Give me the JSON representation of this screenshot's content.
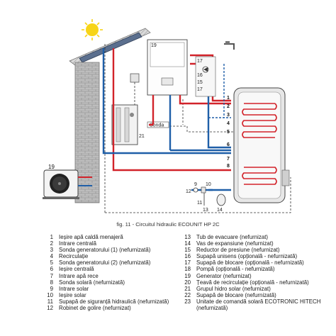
{
  "diagram": {
    "callouts": {
      "sensor_box": "Sonda",
      "circuit_19": "19",
      "boiler_19": "19",
      "component_21": "21",
      "stack_numbers": [
        "17",
        "16",
        "15",
        "17"
      ],
      "tank_labels": [
        "1",
        "2",
        "3",
        "4",
        "5",
        "6",
        "7",
        "8"
      ],
      "bottom_labels": [
        "12",
        "9",
        "10",
        "11",
        "13",
        "14"
      ]
    },
    "colors": {
      "hot": "#d2232a",
      "cold": "#1f5fa8",
      "solar": "#4a7fc1",
      "wall": "#a8a8a8",
      "dashed": "#333333"
    }
  },
  "caption": "fig. 11 - Circuitul hidraulic ECOUNIT HP 2C",
  "legend": {
    "left": [
      {
        "n": "1",
        "t": "Ieșire apă caldă menajeră"
      },
      {
        "n": "2",
        "t": "Intrare centrală"
      },
      {
        "n": "3",
        "t": "Sonda generatorului (1) (nefurnizată)"
      },
      {
        "n": "4",
        "t": "Recirculație"
      },
      {
        "n": "5",
        "t": "Sonda generatorului (2) (nefurnizată)"
      },
      {
        "n": "6",
        "t": "Ieșire centrală"
      },
      {
        "n": "7",
        "t": "Intrare apă rece"
      },
      {
        "n": "8",
        "t": "Sonda solară (nefurnizată)"
      },
      {
        "n": "9",
        "t": "Intrare solar"
      },
      {
        "n": "10",
        "t": "Ieșire solar"
      },
      {
        "n": "11",
        "t": "Supapă de siguranță hidraulică (nefurnizată)"
      },
      {
        "n": "12",
        "t": "Robinet de golire (nefurnizat)"
      }
    ],
    "right": [
      {
        "n": "13",
        "t": "Tub de evacuare (nefurnizat)"
      },
      {
        "n": "14",
        "t": "Vas de expansiune (nefurnizat)"
      },
      {
        "n": "15",
        "t": "Reductor de presiune (nefurnizat)"
      },
      {
        "n": "16",
        "t": "Supapă unisens (opțională - nefurnizată)"
      },
      {
        "n": "17",
        "t": "Supapă de blocare (opțională - nefurnizată)"
      },
      {
        "n": "18",
        "t": "Pompă (opțională - nefurnizată)"
      },
      {
        "n": "19",
        "t": "Generator (nefurnizat)"
      },
      {
        "n": "20",
        "t": "Țeavă de recirculație (opțională - nefurnizată)"
      },
      {
        "n": "21",
        "t": "Grupul hidro solar (nefurnizat)"
      },
      {
        "n": "22",
        "t": "Supapă de blocare (nefurnizată)"
      },
      {
        "n": "23",
        "t": "Unitate de comandă solară ECOTRONIC HITECH (nefurnizată)"
      }
    ]
  }
}
